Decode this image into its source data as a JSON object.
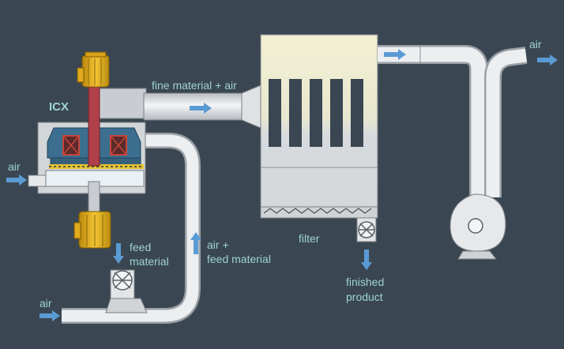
{
  "labels": {
    "icx": "ICX",
    "air_left": "air",
    "fine_material_air": "fine material + air",
    "air_top_right": "air",
    "feed_material_1": "feed",
    "feed_material_2": "material",
    "air_feed_1": "air +",
    "air_feed_2": "feed material",
    "filter": "filter",
    "finished_1": "finished",
    "finished_2": "product",
    "air_bottom": "air"
  },
  "colors": {
    "background": "#3a4752",
    "label": "#9fd3cf",
    "arrow": "#5b9bd5",
    "pipe": "#e6e8ea",
    "motor": "#e8b320",
    "classifier_body": "#3b6e8f",
    "filter_top": "#f2efd2",
    "filter_body": "#d9dde0"
  }
}
